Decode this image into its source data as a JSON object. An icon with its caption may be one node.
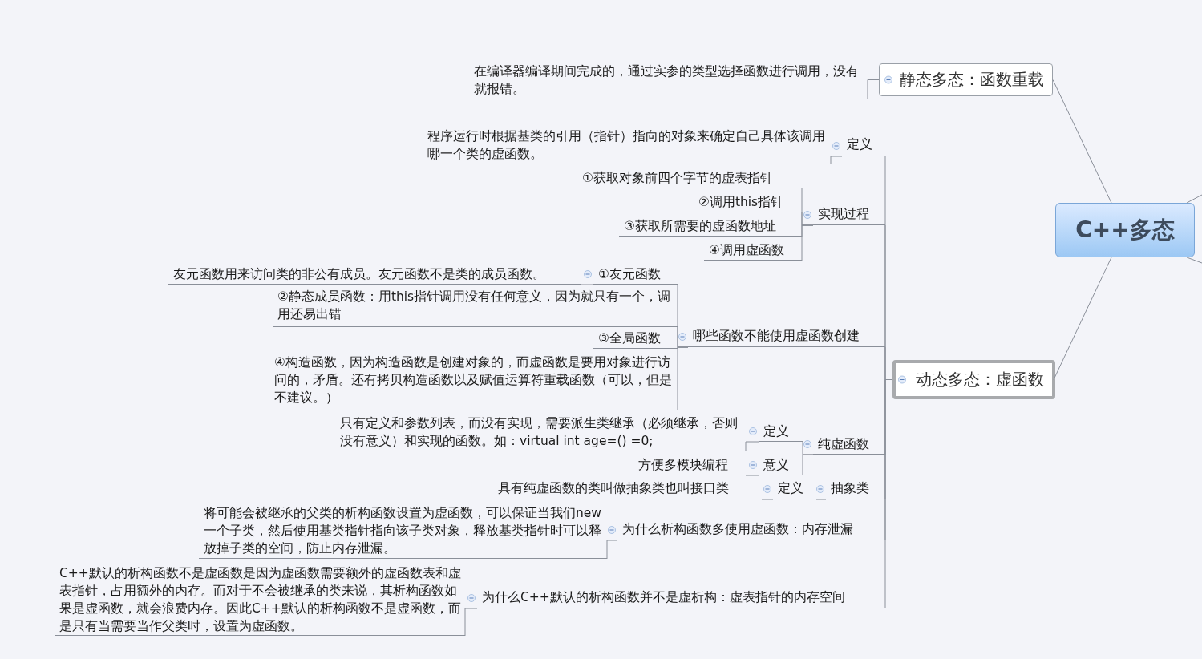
{
  "diagram": {
    "nodes": [
      {
        "text": [
          "C++多态"
        ]
      },
      {
        "text": [
          "静态多态：函数重载"
        ]
      },
      {
        "text": [
          "在编译器编译期间完成的，通过实参的类型选择函数进行调用，没有就报错。"
        ]
      },
      {
        "text": [
          "动态多态：虚函数"
        ]
      },
      {
        "text": [
          "定义"
        ]
      },
      {
        "text": [
          "程序运行时根据基类的引用（指针）指向的对象来确定自己具体该调用哪一个类的虚函数。"
        ]
      },
      {
        "text": [
          "实现过程"
        ]
      },
      {
        "text": [
          "①获取对象前四个字节的虚表指针"
        ]
      },
      {
        "text": [
          "②调用this指针"
        ]
      },
      {
        "text": [
          "③获取所需要的虚函数地址"
        ]
      },
      {
        "text": [
          "④调用虚函数"
        ]
      },
      {
        "text": [
          "哪些函数不能使用虚函数创建"
        ]
      },
      {
        "text": [
          "①友元函数"
        ]
      },
      {
        "text": [
          "友元函数用来访问类的非公有成员。友元函数不是类的成员函数。"
        ]
      },
      {
        "text": [
          "②静态成员函数：用this指针调用没有任何意义，因为就只有一个，调用还易出错"
        ]
      },
      {
        "text": [
          "③全局函数"
        ]
      },
      {
        "text": [
          "④构造函数，因为构造函数是创建对象的，而虚函数是要用对象进行访问的，矛盾。还有拷贝构造函数以及赋值运算符重载函数（可以，但是不建议。）"
        ]
      },
      {
        "text": [
          "纯虚函数"
        ]
      },
      {
        "text": [
          "定义"
        ]
      },
      {
        "text": [
          "只有定义和参数列表，而没有实现，需要派生类继承（必须继承，否则没有意义）和实现的函数。如：virtual int age=() =0;"
        ]
      },
      {
        "text": [
          "意义"
        ]
      },
      {
        "text": [
          "方便多模块编程"
        ]
      },
      {
        "text": [
          "抽象类"
        ]
      },
      {
        "text": [
          "定义"
        ]
      },
      {
        "text": [
          "具有纯虚函数的类叫做抽象类也叫接口类"
        ]
      },
      {
        "text": [
          "为什么析构函数多使用虚函数：内存泄漏"
        ]
      },
      {
        "text": [
          "将可能会被继承的父类的析构函数设置为虚函数，可以保证当我们new一个子类，然后使用基类指针指向该子类对象，释放基类指针时可以释放掉子类的空间，防止内存泄漏。"
        ]
      },
      {
        "text": [
          "为什么C++默认的析构函数并不是虚析构：虚表指针的内存空间"
        ]
      },
      {
        "text": [
          "C++默认的析构函数不是虚函数是因为虚函数需要额外的虚函数表和虚表指针，占用额外的内存。而对于不会被继承的类来说，其析构函数如果是虚函数，就会浪费内存。因此C++默认的析构函数不是虚函数，而是只有当需要当作父类时，设置为虚函数。"
        ]
      }
    ],
    "edges": [
      {
        "from": 0,
        "to": 1,
        "arrow": "none"
      },
      {
        "from": 0,
        "to": 3,
        "arrow": "none"
      },
      {
        "from": 0,
        "to": null,
        "arrow": "none"
      },
      {
        "from": 0,
        "to": null,
        "arrow": "none"
      },
      {
        "from": 1,
        "to": 2,
        "arrow": "none"
      },
      {
        "from": 3,
        "to": 4,
        "arrow": "none"
      },
      {
        "from": 4,
        "to": 5,
        "arrow": "none"
      },
      {
        "from": 3,
        "to": 6,
        "arrow": "none"
      },
      {
        "from": 6,
        "to": 7,
        "arrow": "none"
      },
      {
        "from": 6,
        "to": 8,
        "arrow": "none"
      },
      {
        "from": 6,
        "to": 9,
        "arrow": "none"
      },
      {
        "from": 6,
        "to": 10,
        "arrow": "none"
      },
      {
        "from": 3,
        "to": 11,
        "arrow": "none"
      },
      {
        "from": 11,
        "to": 12,
        "arrow": "none"
      },
      {
        "from": 12,
        "to": 13,
        "arrow": "none"
      },
      {
        "from": 11,
        "to": 14,
        "arrow": "none"
      },
      {
        "from": 11,
        "to": 15,
        "arrow": "none"
      },
      {
        "from": 11,
        "to": 16,
        "arrow": "none"
      },
      {
        "from": 3,
        "to": 17,
        "arrow": "none"
      },
      {
        "from": 17,
        "to": 18,
        "arrow": "none"
      },
      {
        "from": 18,
        "to": 19,
        "arrow": "none"
      },
      {
        "from": 17,
        "to": 20,
        "arrow": "none"
      },
      {
        "from": 20,
        "to": 21,
        "arrow": "none"
      },
      {
        "from": 3,
        "to": 22,
        "arrow": "none"
      },
      {
        "from": 22,
        "to": 23,
        "arrow": "none"
      },
      {
        "from": 23,
        "to": 24,
        "arrow": "none"
      },
      {
        "from": 3,
        "to": 25,
        "arrow": "none"
      },
      {
        "from": 25,
        "to": 26,
        "arrow": "none"
      },
      {
        "from": 3,
        "to": 27,
        "arrow": "none"
      },
      {
        "from": 27,
        "to": 28,
        "arrow": "none"
      }
    ]
  }
}
